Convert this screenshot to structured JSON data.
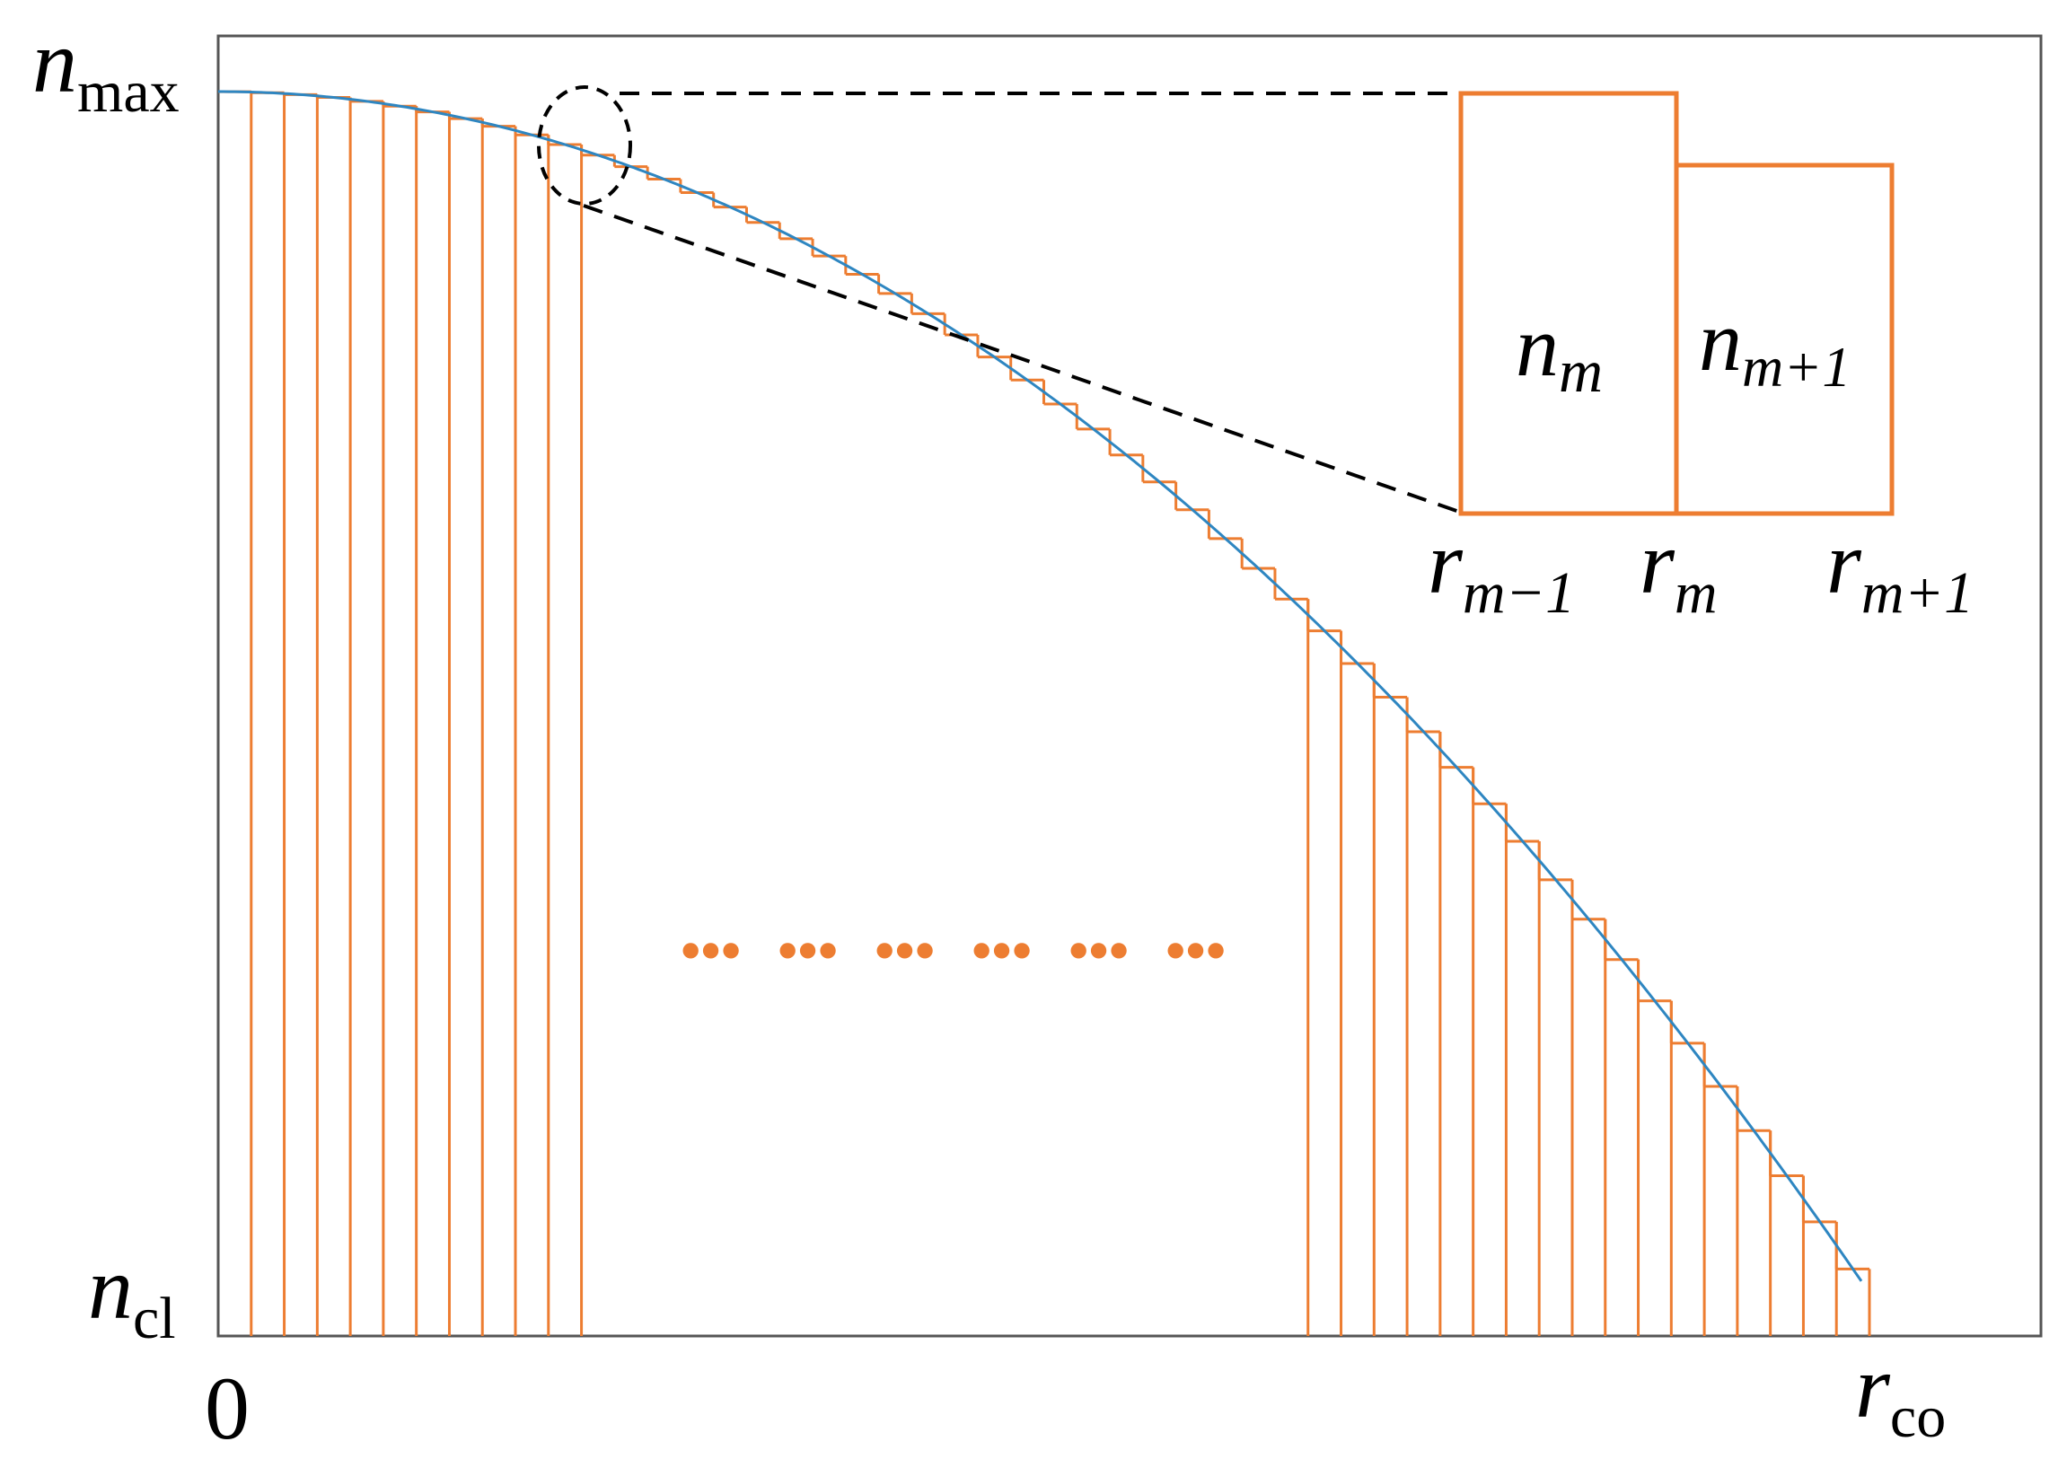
{
  "labels": {
    "y_top": {
      "main": "n",
      "sub": "max"
    },
    "y_bottom": {
      "main": "n",
      "sub": "cl"
    },
    "x_left": "0",
    "x_right": {
      "main": "r",
      "sub": "co"
    }
  },
  "inset": {
    "box_left": {
      "main": "n",
      "sub": "m"
    },
    "box_right": {
      "main": "n",
      "sub": "m+1"
    },
    "radius_labels": [
      {
        "main": "r",
        "sub": "m−1"
      },
      {
        "main": "r",
        "sub": "m"
      },
      {
        "main": "r",
        "sub": "m+1"
      }
    ]
  },
  "ellipsis_groups": [
    "•••",
    "•••",
    "•••",
    "•••",
    "•••",
    "•••"
  ],
  "colors": {
    "step": "#ed7d31",
    "curve": "#2e86c1",
    "frame": "#555555",
    "dash": "#000000"
  }
}
